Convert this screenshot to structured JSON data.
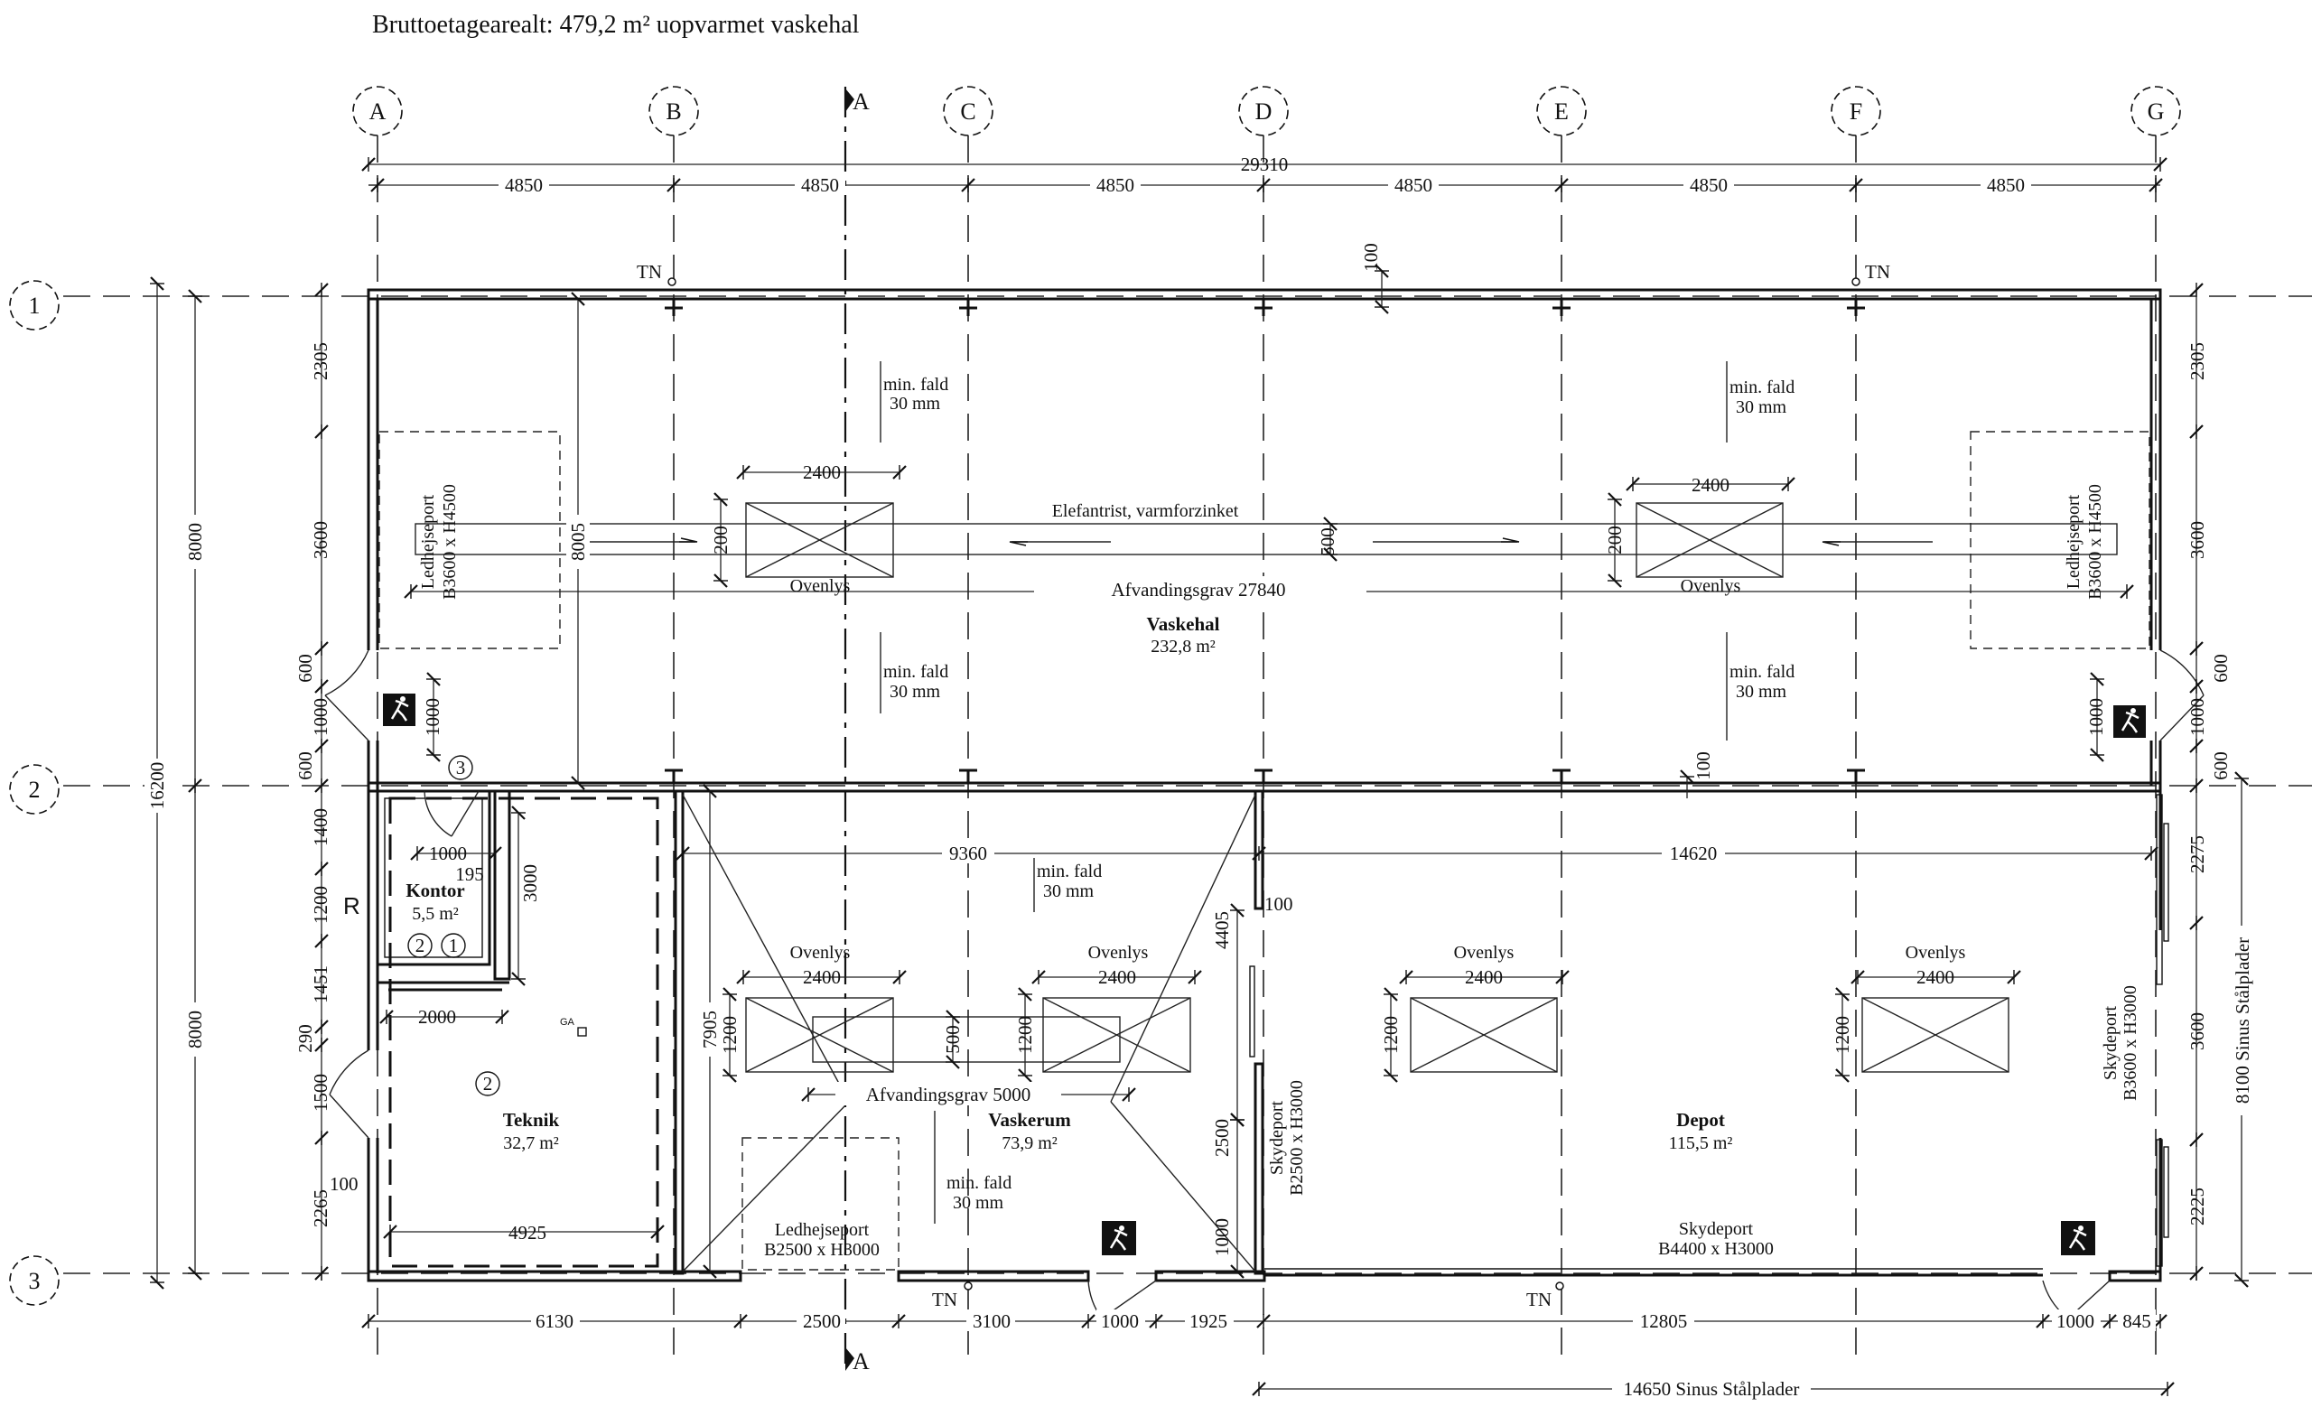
{
  "title": "Bruttoetagearealt: 479,2 m² uopvarmet vaskehal",
  "grid": {
    "columns": [
      "A",
      "B",
      "C",
      "D",
      "E",
      "F",
      "G"
    ],
    "rows": [
      "1",
      "2",
      "3"
    ],
    "section_mark": "A"
  },
  "dims": {
    "overall_top": "29310",
    "bay": "4850",
    "overall_left": "16200",
    "left_halves": [
      "8000",
      "8000"
    ],
    "left_top": [
      "2305",
      "3600",
      "600",
      "1000",
      "600"
    ],
    "left_bottom": [
      "1400",
      "1200",
      "1451",
      "290",
      "1500",
      "2265"
    ],
    "right_top": [
      "2305",
      "3600",
      "600",
      "1000",
      "600"
    ],
    "right_bottom": [
      "2275",
      "3600",
      "2225"
    ],
    "right_side": "8100 Sinus Stålplader",
    "bottom": [
      "6130",
      "2500",
      "3100",
      "1000",
      "1925",
      "12805",
      "1000",
      "845"
    ],
    "bottom_total": "14650 Sinus Stålplader",
    "mid_left": "9360",
    "mid_right": "14620",
    "v_8005": "8005",
    "v_7905": "7905",
    "v_4405": "4405",
    "v_2500": "2500",
    "v_1000": "1000",
    "d_100": "100",
    "d_500": "500",
    "d_200": "200",
    "d_1200": "1200",
    "d_2400": "2400",
    "d_2000": "2000",
    "d_4925": "4925",
    "d_3000": "3000",
    "d_1000": "1000",
    "d_195": "195"
  },
  "labels": {
    "tn": "TN",
    "min_fald": "min. fald",
    "fald_value": "30 mm",
    "ovenlys": "Ovenlys",
    "elefantrist": "Elefantrist, varmforzinket",
    "afvandingsgrav_main": "Afvandingsgrav 27840",
    "afvandingsgrav_small": "Afvandingsgrav 5000",
    "ledhejseport": "Ledhejseport",
    "ledhejseport_size_big": "B3600 x H4500",
    "ledhejseport_size_small": "B2500 x H3000",
    "skydeport": "Skydeport",
    "skydeport_size_1": "B2500 x H3000",
    "skydeport_size_2": "B3600 x H3000",
    "skydeport_size_3": "B4400 x H3000",
    "r": "R",
    "ga": "GA",
    "tag_1": "1",
    "tag_2": "2",
    "tag_3": "3"
  },
  "rooms": [
    {
      "name": "Vaskehal",
      "area": "232,8 m²"
    },
    {
      "name": "Kontor",
      "area": "5,5 m²"
    },
    {
      "name": "Teknik",
      "area": "32,7 m²"
    },
    {
      "name": "Vaskerum",
      "area": "73,9 m²"
    },
    {
      "name": "Depot",
      "area": "115,5 m²"
    }
  ]
}
